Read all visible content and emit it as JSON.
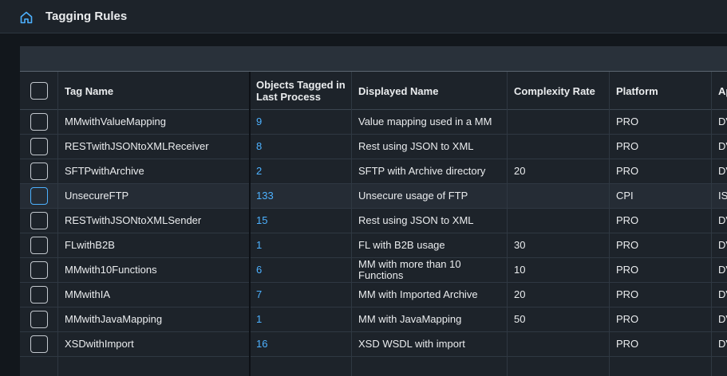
{
  "shell": {
    "title": "Tagging Rules",
    "home_icon": "home-icon",
    "accent": "#4db1ff"
  },
  "table": {
    "columns": [
      {
        "key": "tag_name",
        "label": "Tag Name"
      },
      {
        "key": "objects_tagged",
        "label": "Objects Tagged in Last Process"
      },
      {
        "key": "displayed_name",
        "label": "Displayed Name"
      },
      {
        "key": "complexity_rate",
        "label": "Complexity Rate"
      },
      {
        "key": "platform",
        "label": "Platform"
      },
      {
        "key": "ap",
        "label": "Ap"
      }
    ],
    "rows": [
      {
        "tag_name": "MMwithValueMapping",
        "objects_tagged": "9",
        "displayed_name": "Value mapping used in a MM",
        "complexity_rate": "",
        "platform": "PRO",
        "ap": "DV",
        "selected": false
      },
      {
        "tag_name": "RESTwithJSONtoXMLReceiver",
        "objects_tagged": "8",
        "displayed_name": "Rest using JSON to XML",
        "complexity_rate": "",
        "platform": "PRO",
        "ap": "DV",
        "selected": false
      },
      {
        "tag_name": "SFTPwithArchive",
        "objects_tagged": "2",
        "displayed_name": "SFTP with Archive directory",
        "complexity_rate": "20",
        "platform": "PRO",
        "ap": "DV",
        "selected": false
      },
      {
        "tag_name": "UnsecureFTP",
        "objects_tagged": "133",
        "displayed_name": "Unsecure usage of FTP",
        "complexity_rate": "",
        "platform": "CPI",
        "ap": "IS",
        "selected": true
      },
      {
        "tag_name": "RESTwithJSONtoXMLSender",
        "objects_tagged": "15",
        "displayed_name": "Rest using JSON to XML",
        "complexity_rate": "",
        "platform": "PRO",
        "ap": "DV",
        "selected": false
      },
      {
        "tag_name": "FLwithB2B",
        "objects_tagged": "1",
        "displayed_name": "FL with B2B usage",
        "complexity_rate": "30",
        "platform": "PRO",
        "ap": "DV",
        "selected": false
      },
      {
        "tag_name": "MMwith10Functions",
        "objects_tagged": "6",
        "displayed_name": "MM with more than 10 Functions",
        "complexity_rate": "10",
        "platform": "PRO",
        "ap": "DV",
        "selected": false
      },
      {
        "tag_name": "MMwithIA",
        "objects_tagged": "7",
        "displayed_name": "MM with Imported Archive",
        "complexity_rate": "20",
        "platform": "PRO",
        "ap": "DV",
        "selected": false
      },
      {
        "tag_name": "MMwithJavaMapping",
        "objects_tagged": "1",
        "displayed_name": "MM with JavaMapping",
        "complexity_rate": "50",
        "platform": "PRO",
        "ap": "DV",
        "selected": false
      },
      {
        "tag_name": "XSDwithImport",
        "objects_tagged": "16",
        "displayed_name": "XSD WSDL with import",
        "complexity_rate": "",
        "platform": "PRO",
        "ap": "DV",
        "selected": false
      }
    ]
  }
}
